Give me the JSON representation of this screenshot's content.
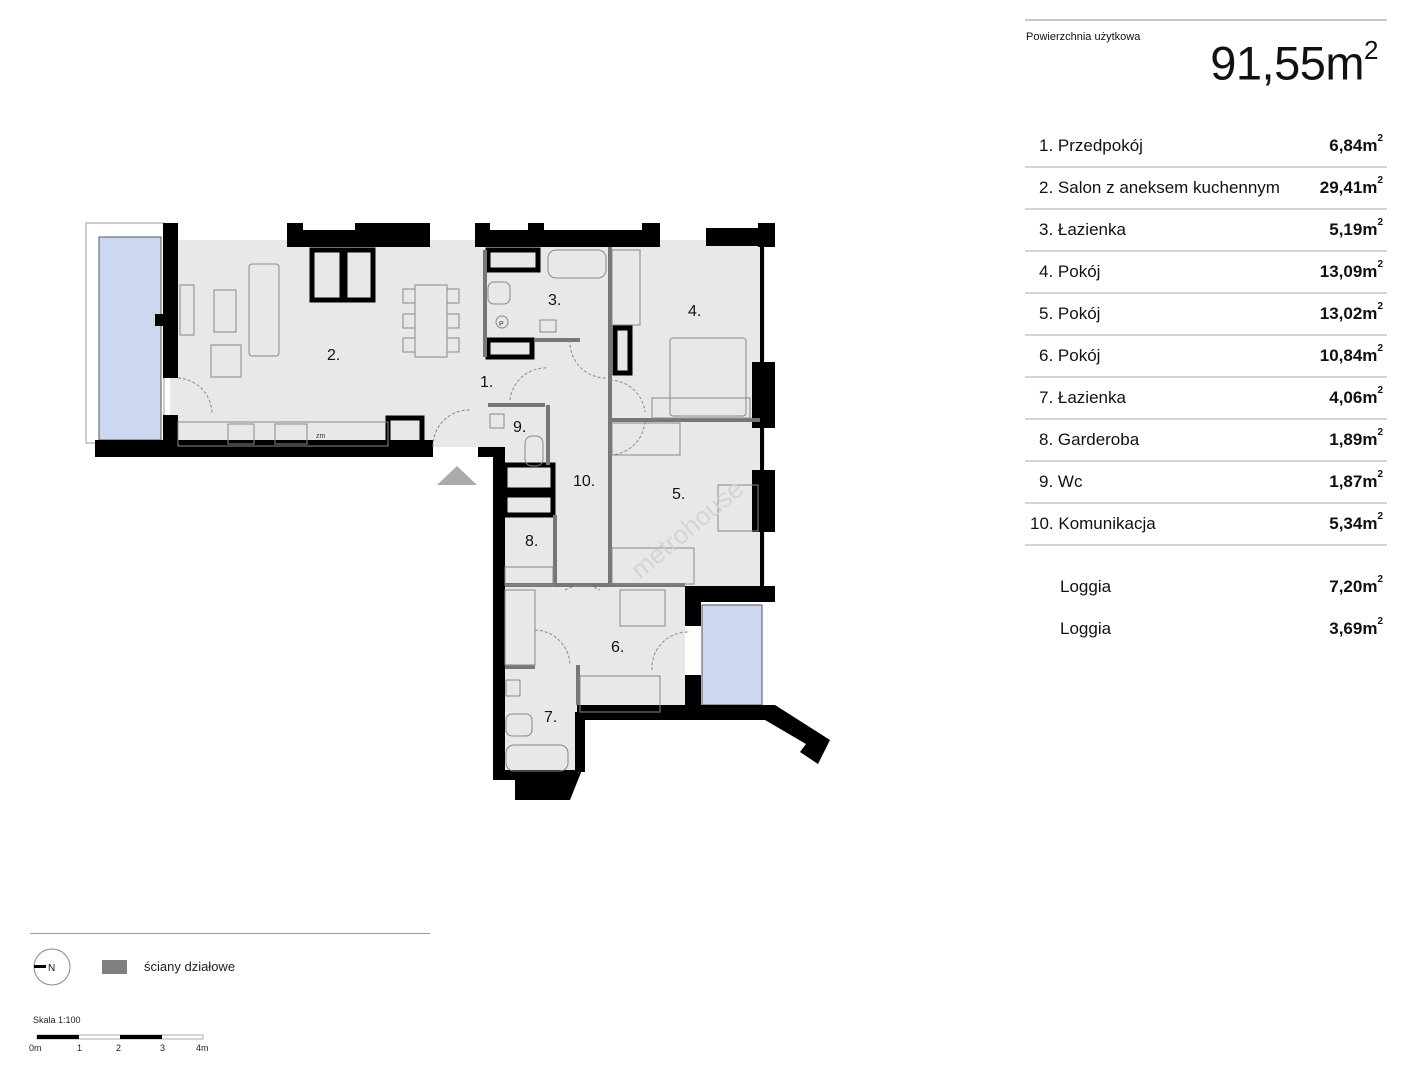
{
  "summary": {
    "label": "Powierzchnia użytkowa",
    "total_value": "91,55m",
    "total_exp": "2"
  },
  "rooms": [
    {
      "name": "1. Przedpokój",
      "area": "6,84m",
      "exp": "2",
      "tag": "1."
    },
    {
      "name": "2. Salon z aneksem kuchennym",
      "area": "29,41m",
      "exp": "2",
      "tag": "2."
    },
    {
      "name": "3. Łazienka",
      "area": "5,19m",
      "exp": "2",
      "tag": "3."
    },
    {
      "name": "4. Pokój",
      "area": "13,09m",
      "exp": "2",
      "tag": "4."
    },
    {
      "name": "5. Pokój",
      "area": "13,02m",
      "exp": "2",
      "tag": "5."
    },
    {
      "name": "6. Pokój",
      "area": "10,84m",
      "exp": "2",
      "tag": "6."
    },
    {
      "name": "7. Łazienka",
      "area": "4,06m",
      "exp": "2",
      "tag": "7."
    },
    {
      "name": "8. Garderoba",
      "area": "1,89m",
      "exp": "2",
      "tag": "8."
    },
    {
      "name": "9. Wc",
      "area": "1,87m",
      "exp": "2",
      "tag": "9."
    },
    {
      "name": "10. Komunikacja",
      "area": "5,34m",
      "exp": "2",
      "tag": "10."
    }
  ],
  "extras": [
    {
      "name": "Loggia",
      "area": "7,20m",
      "exp": "2"
    },
    {
      "name": "Loggia",
      "area": "3,69m",
      "exp": "2"
    }
  ],
  "plan": {
    "kitchen_mark": "zm",
    "bathroom_mark": "P",
    "watermark": "metrohouse"
  },
  "legend": {
    "north": "N",
    "partition_walls": "ściany działowe",
    "scale_label": "Skala 1:100",
    "scale_ticks": [
      "0m",
      "1",
      "2",
      "3",
      "4m"
    ]
  },
  "colors": {
    "wall": "#000000",
    "floor": "#e8e8e8",
    "loggia": "#ccd7f0",
    "partition": "#7f7f7f"
  }
}
